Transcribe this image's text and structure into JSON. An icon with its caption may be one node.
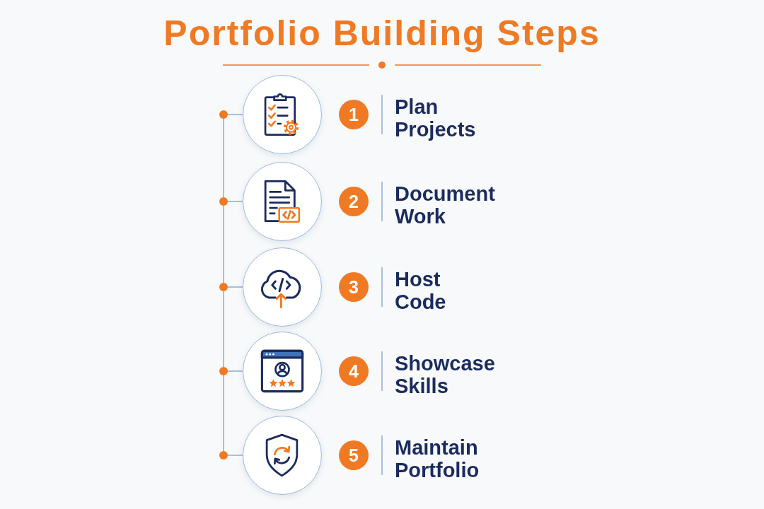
{
  "diagram": {
    "title": "Portfolio Building Steps",
    "nodes": [
      {
        "text": [],
        "shape": "circle"
      },
      {
        "text": [],
        "shape": "circle"
      },
      {
        "text": [
          "1"
        ],
        "beside": [
          "Plan Projects"
        ]
      },
      {
        "text": [],
        "shape": "circle"
      },
      {
        "text": [],
        "shape": "circle"
      },
      {
        "text": [
          "2"
        ],
        "beside": [
          "Document Work"
        ]
      },
      {
        "text": [],
        "shape": "circle"
      },
      {
        "text": [],
        "shape": "circle"
      },
      {
        "text": [
          "3"
        ],
        "beside": [
          "Host Code"
        ]
      },
      {
        "text": [],
        "shape": "circle"
      },
      {
        "text": [],
        "shape": "circle"
      },
      {
        "text": [
          "4"
        ],
        "beside": [
          "Showcase Skills"
        ]
      },
      {
        "text": [],
        "shape": "circle"
      },
      {
        "text": [],
        "shape": "circle"
      },
      {
        "text": [
          "5"
        ],
        "beside": [
          "Maintain Portfolio"
        ]
      }
    ],
    "edges": [
      {
        "from": 0,
        "to": 1,
        "arrow": "none"
      },
      {
        "from": 0,
        "to": 3,
        "arrow": "none"
      },
      {
        "from": 3,
        "to": 4,
        "arrow": "none"
      },
      {
        "from": 3,
        "to": 6,
        "arrow": "none"
      },
      {
        "from": 6,
        "to": 7,
        "arrow": "none"
      },
      {
        "from": 6,
        "to": 9,
        "arrow": "none"
      },
      {
        "from": 9,
        "to": 10,
        "arrow": "none"
      },
      {
        "from": 9,
        "to": 12,
        "arrow": "none"
      },
      {
        "from": 12,
        "to": 13,
        "arrow": "none"
      }
    ]
  }
}
